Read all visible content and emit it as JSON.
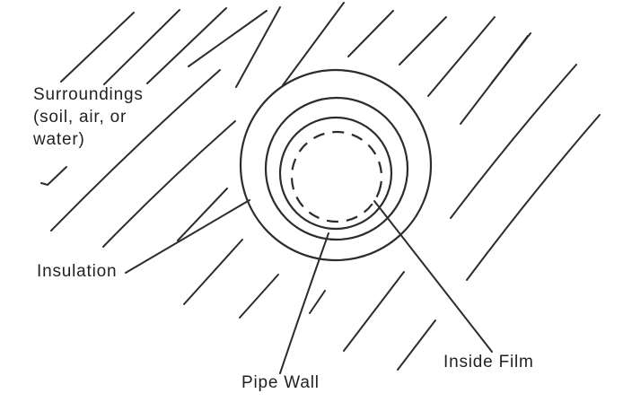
{
  "labels": {
    "surroundings": "Surroundings\n(soil, air, or\nwater)",
    "insulation": "Insulation",
    "pipe_wall": "Pipe Wall",
    "inside_film": "Inside Film"
  },
  "colors": {
    "line": "#2e2b29",
    "text": "#231f20",
    "background": "#ffffff"
  }
}
